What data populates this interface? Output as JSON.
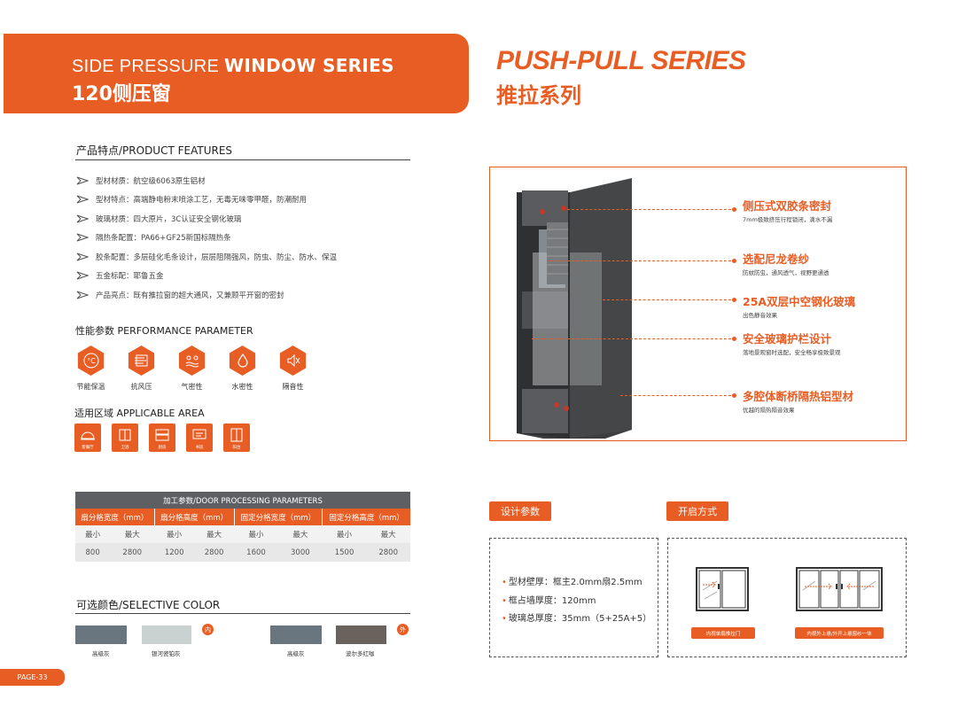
{
  "header": {
    "en_thin": "SIDE PRESSURE ",
    "en_bold": "WINDOW SERIES",
    "cn": "120侧压窗",
    "series_en": "PUSH-PULL SERIES",
    "series_cn": "推拉系列"
  },
  "features": {
    "title": "产品特点/PRODUCT FEATURES",
    "items": [
      "型材材质：航空级6063原生铝材",
      "型材特点：高端静电粉末喷涂工艺，无毒无味零甲醛，防潮耐用",
      "玻璃材质：四大原片，3C认证安全钢化玻璃",
      "隔热条配置：PA66+GF25新国标隔热条",
      "胶条配置：多层硅化毛条设计，层层阻隔强风，防虫、防尘、防水、保温",
      "五金标配：耶鲁五金",
      "产品亮点：既有推拉窗的超大通风，又兼顾平开窗的密封"
    ]
  },
  "performance": {
    "title": "性能参数 PERFORMANCE PARAMETER",
    "items": [
      {
        "label": "节能保温",
        "icon": "thermometer-icon"
      },
      {
        "label": "抗风压",
        "icon": "wind-icon"
      },
      {
        "label": "气密性",
        "icon": "airtight-icon"
      },
      {
        "label": "水密性",
        "icon": "water-drop-icon"
      },
      {
        "label": "隔音性",
        "icon": "mute-icon"
      }
    ]
  },
  "area": {
    "title": "适用区域 APPLICABLE AREA",
    "items": [
      {
        "label": "客餐厅",
        "icon": "dining-icon"
      },
      {
        "label": "卫浴",
        "icon": "bath-icon"
      },
      {
        "label": "厨房",
        "icon": "kitchen-icon"
      },
      {
        "label": "书房",
        "icon": "study-icon"
      },
      {
        "label": "阳台",
        "icon": "balcony-icon"
      }
    ]
  },
  "processing": {
    "title": "加工参数/DOOR PROCESSING PARAMETERS",
    "columns": [
      "扇分格宽度（mm）",
      "扇分格高度（mm）",
      "固定分格宽度（mm）",
      "固定分格高度（mm）"
    ],
    "minmax": [
      "最小",
      "最大",
      "最小",
      "最大",
      "最小",
      "最大",
      "最小",
      "最大"
    ],
    "values": [
      "800",
      "2800",
      "1200",
      "2800",
      "1600",
      "3000",
      "1500",
      "2800"
    ]
  },
  "colors": {
    "title": "可选颜色/SELECTIVE COLOR",
    "inner_badge": "内",
    "outer_badge": "外",
    "inner": [
      {
        "name": "高级灰",
        "hex": "#69757f"
      },
      {
        "name": "银河瓷铂灰",
        "hex": "#c9d2d0"
      }
    ],
    "outer": [
      {
        "name": "高级灰",
        "hex": "#69757f"
      },
      {
        "name": "波尔多红咖",
        "hex": "#6a625d"
      }
    ]
  },
  "page": "PAGE-33",
  "callouts": [
    {
      "title": "侧压式双胶条密封",
      "sub": "7mm极致挤压行程锁闭，滴水不漏"
    },
    {
      "title": "选配尼龙卷纱",
      "sub": "防蚊防虫，通风透气，视野更通透"
    },
    {
      "title": "25A双层中空钢化玻璃",
      "sub": "出色静音效果"
    },
    {
      "title": "安全玻璃护栏设计",
      "sub": "落地景观窗时选配，安全畅享极致景观"
    },
    {
      "title": "多腔体断桥隔热铝型材",
      "sub": "优越的隔热隔音效果"
    }
  ],
  "design": {
    "title": "设计参数",
    "specs": [
      "型材壁厚：框主2.0mm扇2.5mm",
      "框占墙厚度：120mm",
      "玻璃总厚度：35mm（5+25A+5）"
    ]
  },
  "opening": {
    "title": "开启方式",
    "captions": [
      "内视单扇推拉门",
      "内视外上悬/外开上悬窗纱一体"
    ]
  },
  "accent": "#e85d24"
}
